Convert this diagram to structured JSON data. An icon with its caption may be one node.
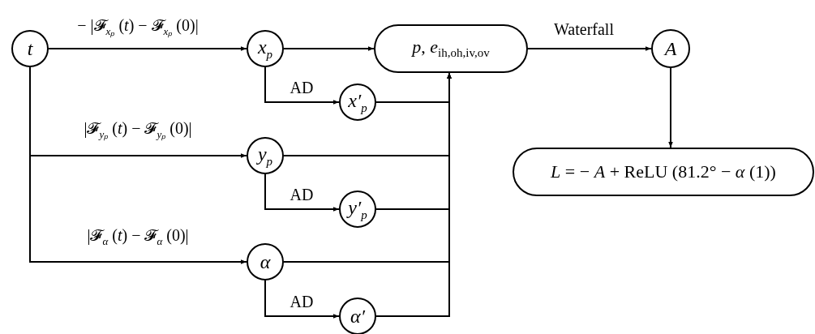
{
  "diagram": {
    "nodes": [
      {
        "text": [
          "t"
        ]
      },
      {
        "text": [
          "x$_{p}$"
        ]
      },
      {
        "text": [
          "x′$_{p}$"
        ]
      },
      {
        "text": [
          "y$_{p}$"
        ]
      },
      {
        "text": [
          "y′$_{p}$"
        ]
      },
      {
        "text": [
          "α"
        ]
      },
      {
        "text": [
          "α′"
        ]
      },
      {
        "text": [
          "*p*, *e*$_{ih,oh,iv,ov}$"
        ]
      },
      {
        "text": [
          "A"
        ]
      },
      {
        "text": [
          "*L* = − *A* + ReLU (81.2° − *α* (1))"
        ]
      }
    ],
    "edges": [
      {
        "from": 0,
        "to": 1,
        "arrow": "to",
        "label": "− |𝓕$_{xₚ}$ (*t*) − 𝓕$_{xₚ}$ (0)|"
      },
      {
        "from": 0,
        "to": 3,
        "arrow": "to",
        "label": "|𝓕$_{yₚ}$ (*t*) − 𝓕$_{yₚ}$ (0)|"
      },
      {
        "from": 0,
        "to": 5,
        "arrow": "to",
        "label": "|𝓕$_{α}$ (*t*) − 𝓕$_{α}$ (0)|"
      },
      {
        "from": 1,
        "to": 7,
        "arrow": "to"
      },
      {
        "from": 1,
        "to": 2,
        "arrow": "to",
        "label": "AD"
      },
      {
        "from": 3,
        "to": 4,
        "arrow": "to",
        "label": "AD"
      },
      {
        "from": 5,
        "to": 6,
        "arrow": "to",
        "label": "AD"
      },
      {
        "from": 2,
        "to": 7,
        "arrow": "to"
      },
      {
        "from": 3,
        "to": 7,
        "arrow": "to"
      },
      {
        "from": 4,
        "to": 7,
        "arrow": "to"
      },
      {
        "from": 5,
        "to": 7,
        "arrow": "to"
      },
      {
        "from": 6,
        "to": 7,
        "arrow": "to"
      },
      {
        "from": 7,
        "to": 8,
        "arrow": "to",
        "label": "Waterfall"
      },
      {
        "from": 8,
        "to": 9,
        "arrow": "to"
      }
    ]
  }
}
